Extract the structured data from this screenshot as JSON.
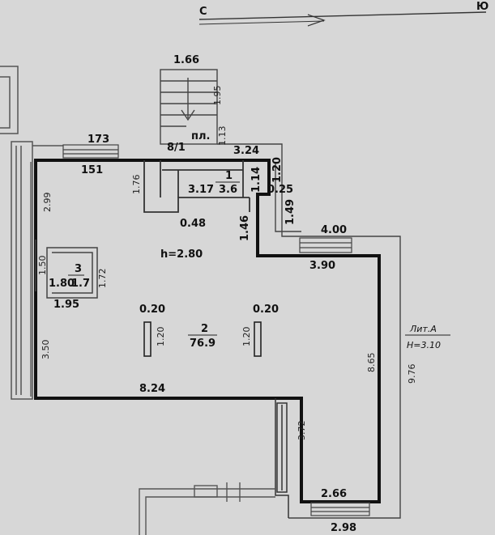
{
  "compass": {
    "north": "С",
    "south": "Ю"
  },
  "stairs": {
    "width": "1.66",
    "length": "1.95",
    "label": "пл."
  },
  "rooms": [
    {
      "number": "1",
      "area": "3.6"
    },
    {
      "number": "2",
      "area": "76.9"
    },
    {
      "number": "3",
      "area": "1.7"
    }
  ],
  "building": {
    "letter": "Лит.А",
    "height": "H=3.10"
  },
  "ceiling_height": "h=2.80",
  "dimensions": {
    "top_window": "173",
    "top_wall": "151",
    "ratio": "8/1",
    "stair_side": "1.13",
    "room1_top": "3.24",
    "room1_width": "3.17",
    "room1_right": "1.14",
    "right_step": "1.20",
    "small_step": "0.25",
    "left_notch": "1.76",
    "notch_depth": "0.48",
    "step_down": "1.49",
    "inner_step": "1.46",
    "east_window": "4.00",
    "east_wall": "3.90",
    "west_upper": "2.99",
    "closet_depth": "1.72",
    "closet_small": "1.50",
    "closet_width": "1.80",
    "closet_bottom": "1.95",
    "column_gap_left": "0.20",
    "column_gap_right": "0.20",
    "column_left": "1.20",
    "column_right": "1.20",
    "west_lower": "3.50",
    "south_wall": "8.24",
    "east_long": "8.65",
    "east_total": "9.76",
    "alcove_side": "3.72",
    "bottom_inner": "2.66",
    "bottom_outer": "2.98"
  }
}
